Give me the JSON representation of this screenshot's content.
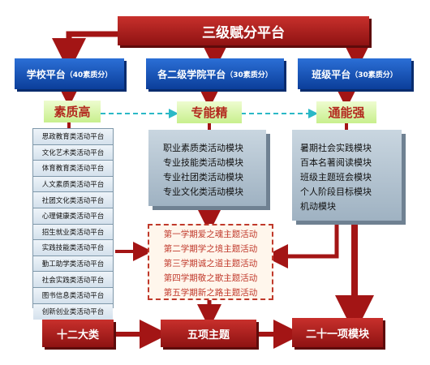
{
  "top": {
    "title": "三级赋分平台"
  },
  "platforms": [
    {
      "name": "学校平台",
      "note": "（40素质分）"
    },
    {
      "name": "各二级学院平台",
      "note": "（30素质分）"
    },
    {
      "name": "班级平台",
      "note": "（30素质分）"
    }
  ],
  "goals": [
    "素质高",
    "专能精",
    "通能强"
  ],
  "school_items": [
    "思政教育类活动平台",
    "文化艺术类活动平台",
    "体育教育类活动平台",
    "人文素质类活动平台",
    "社团文化类活动平台",
    "心理健康类活动平台",
    "招生就业类活动平台",
    "实践技能类活动平台",
    "勤工助学类活动平台",
    "社会实践类活动平台",
    "图书信息类活动平台",
    "创新创业类活动平台"
  ],
  "college_modules": [
    "职业素质类活动模块",
    "专业技能类活动模块",
    "专业社团类活动模块",
    "专业文化类活动模块"
  ],
  "class_modules": [
    "暑期社会实践模块",
    "百本名著阅读模块",
    "班级主题班会模块",
    "个人阶段目标模块",
    "机动模块"
  ],
  "themes": [
    "第一学期爱之魂主题活动",
    "第二学期学之境主题活动",
    "第三学期诚之道主题活动",
    "第四学期敬之歌主题活动",
    "第五学期新之路主题活动"
  ],
  "bottom": [
    "十二大类",
    "五项主题",
    "二十一项模块"
  ],
  "colors": {
    "dark_red": "#8e1212",
    "blue": "#0b3e9a",
    "green": "#c8ef8d",
    "dash_cyan": "#2bb8c6"
  }
}
